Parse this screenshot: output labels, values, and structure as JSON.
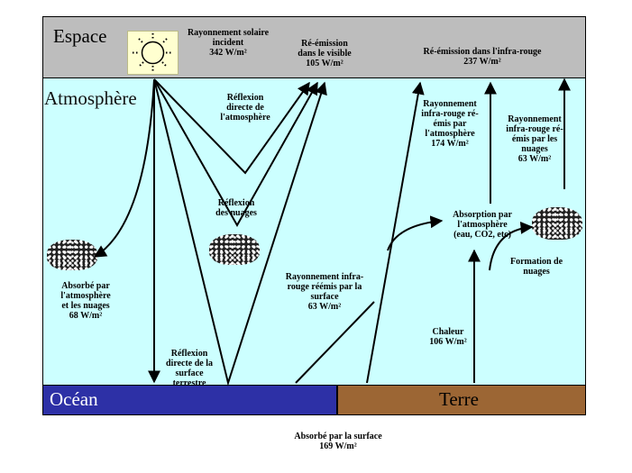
{
  "zones": {
    "space": "Espace",
    "atmosphere": "Atmosphère",
    "ocean": "Océan",
    "land": "Terre"
  },
  "annotations": {
    "solar_incident": {
      "label": [
        "Rayonnement solaire",
        "incident"
      ],
      "value": "342 W/m²"
    },
    "reemission_visible": {
      "label": [
        "Ré-émission",
        "dans le visible"
      ],
      "value": "105 W/m²"
    },
    "reemission_ir": {
      "label": [
        "Ré-émission dans l'infra-rouge"
      ],
      "value": "237 W/m²"
    },
    "reflection_atmo": {
      "label": [
        "Réflexion",
        "directe de",
        "l'atmosphère"
      ]
    },
    "reflection_clouds": {
      "label": [
        "Réflexion",
        "des nuages"
      ]
    },
    "ir_reemitted_atmo": {
      "label": [
        "Rayonnement",
        "infra-rouge ré-",
        "émis par",
        "l'atmosphère"
      ],
      "value": "174 W/m²"
    },
    "ir_reemitted_clouds": {
      "label": [
        "Rayonnement",
        "infra-rouge ré-",
        "émis par les",
        "nuages"
      ],
      "value": "63 W/m²"
    },
    "absorption_atmo": {
      "label": [
        "Absorption par",
        "l'atmosphère",
        "(eau, CO2, etc)"
      ]
    },
    "cloud_formation": {
      "label": [
        "Formation de",
        "nuages"
      ]
    },
    "absorbed_atmo_clouds": {
      "label": [
        "Absorbé par",
        "l'atmosphère",
        "et les nuages"
      ],
      "value": "68 W/m²"
    },
    "ir_reemitted_surface": {
      "label": [
        "Rayonnement infra-",
        "rouge réémis par la",
        "surface"
      ],
      "value": "63 W/m²"
    },
    "heat": {
      "label": [
        "Chaleur"
      ],
      "value": "106 W/m²"
    },
    "reflection_surface": {
      "label": [
        "Réflexion",
        "directe de la",
        "surface",
        "terrestre"
      ]
    },
    "absorbed_surface": {
      "label": [
        "Absorbé par la surface"
      ],
      "value": "169 W/m²"
    }
  },
  "icons": {
    "sun": "sun-icon",
    "cloud": "cloud-icon"
  }
}
